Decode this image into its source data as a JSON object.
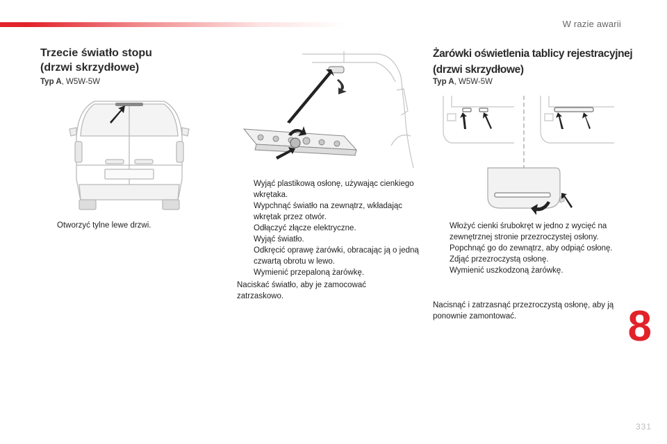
{
  "header": {
    "section": "W razie awarii"
  },
  "left": {
    "title_line1": "Trzecie światło stopu",
    "title_line2": "(drzwi skrzydłowe)",
    "type_label": "Typ A",
    "type_value": ", W5W-5W",
    "steps": [
      "Otworzyć tylne lewe drzwi."
    ]
  },
  "middle": {
    "steps": [
      "Wyjąć plastikową osłonę, używając cienkiego wkrętaka.",
      "Wypchnąć światło na zewnątrz, wkładając wkrętak przez otwór.",
      "Odłączyć złącze elektryczne.",
      "Wyjąć światło.",
      "Odkręcić oprawę żarówki, obracając ją o jedną czwartą obrotu w lewo.",
      "Wymienić przepaloną żarówkę."
    ],
    "note": "Naciskać światło, aby je zamocować zatrzaskowo."
  },
  "right": {
    "title_line1": "Żarówki oświetlenia tablicy rejestracyjnej",
    "title_line2": "(drzwi skrzydłowe)",
    "type_label": "Typ A",
    "type_value": ", W5W-5W",
    "steps": [
      "Włożyć cienki śrubokręt w jedno z wycięć na zewnętrznej stronie przezroczystej osłony.",
      "Popchnąć go do zewnątrz, aby odpiąć osłonę.",
      "Zdjąć przezroczystą osłonę.",
      "Wymienić uszkodzoną żarówkę."
    ],
    "note": "Nacisnąć i zatrzasnąć przezroczystą osłonę, aby ją ponownie zamontować."
  },
  "bullet_glyph": "",
  "chapter_number": "8",
  "page_number": "331",
  "colors": {
    "accent": "#e2232a",
    "section_text": "#666666",
    "page_number": "#bdbdbd"
  }
}
